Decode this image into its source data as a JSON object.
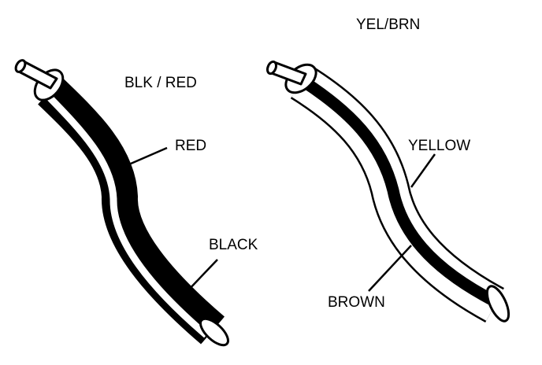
{
  "wires": [
    {
      "code": "BLK / RED",
      "stripe": "RED",
      "base": "BLACK"
    },
    {
      "code": "YEL/BRN",
      "stripe": "YELLOW",
      "base": "BROWN"
    }
  ],
  "colors": {
    "ink": "#000000",
    "paper": "#ffffff"
  }
}
